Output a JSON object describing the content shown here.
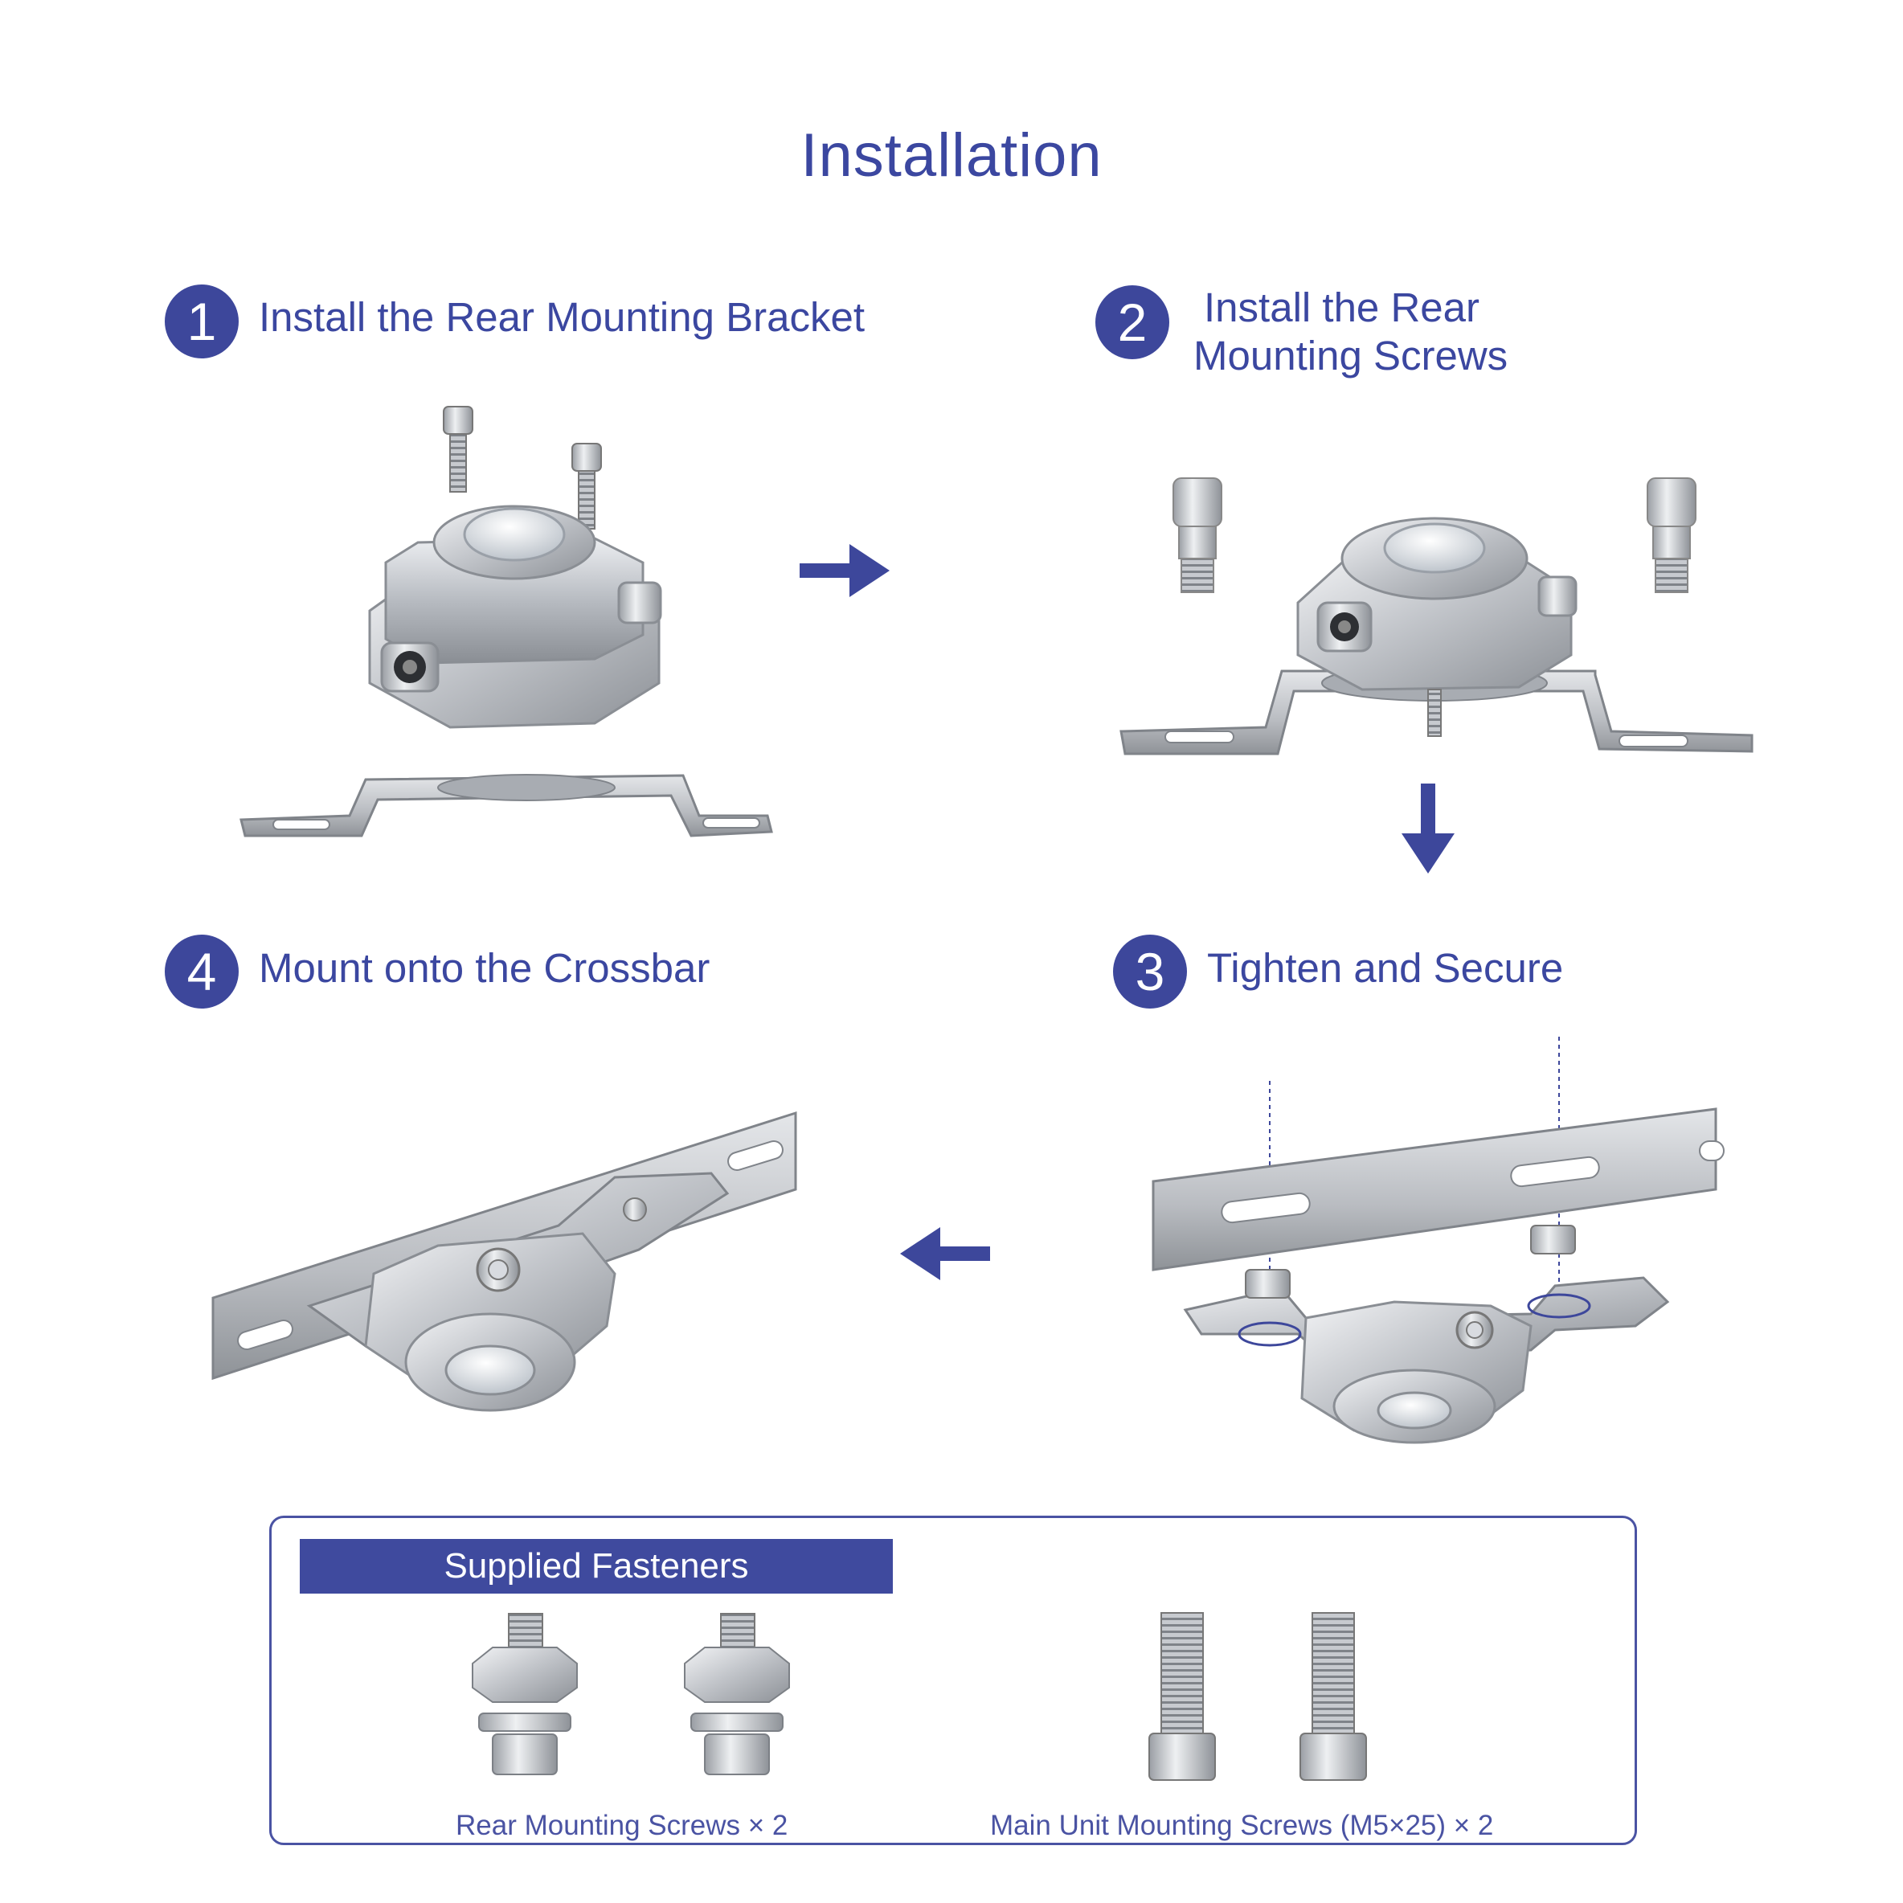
{
  "page": {
    "title": "Installation",
    "accent_color": "#3d479b"
  },
  "steps": [
    {
      "number": "1",
      "text": "Install the Rear Mounting Bracket"
    },
    {
      "number": "2",
      "text_line1": "Install the Rear",
      "text_line2": "Mounting Screws"
    },
    {
      "number": "3",
      "text": "Tighten and Secure"
    },
    {
      "number": "4",
      "text": "Mount onto the Crossbar"
    }
  ],
  "flow_arrows": [
    "arrow-right-icon",
    "arrow-down-icon",
    "arrow-left-icon"
  ],
  "fasteners": {
    "heading": "Supplied Fasteners",
    "items": [
      {
        "label": "Rear Mounting Screws × 2",
        "icon": "flange-screw-icon"
      },
      {
        "label": "Main Unit Mounting Screws (M5×25) × 2",
        "icon": "socket-head-screw-icon"
      }
    ]
  }
}
